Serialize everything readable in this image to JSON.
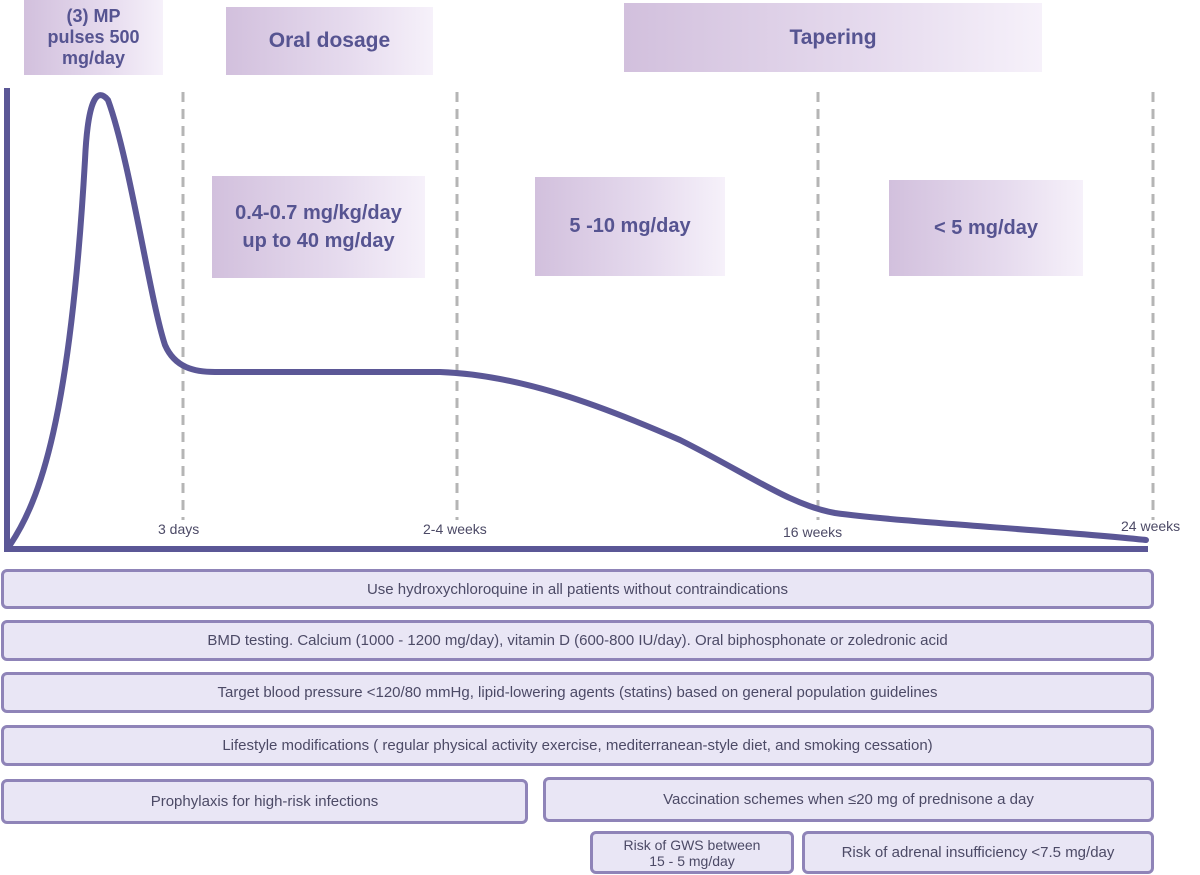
{
  "phases": {
    "pulses": "(3) MP\npulses 500\nmg/day",
    "oral": "Oral dosage",
    "tapering": "Tapering"
  },
  "doses": {
    "oral_dose": "0.4-0.7 mg/kg/day\nup to 40 mg/day",
    "mid_dose": "5 -10 mg/day",
    "low_dose": "< 5 mg/day"
  },
  "time_ticks": [
    "3 days",
    "2-4 weeks",
    "16 weeks",
    "24 weeks"
  ],
  "recommendations": {
    "hydroxychloroquine": "Use hydroxychloroquine in all patients without contraindications",
    "bone_health": "BMD testing. Calcium (1000 - 1200 mg/day),  vitamin D (600-800 IU/day).  Oral biphosphonate or zoledronic acid",
    "cardiovascular": "Target blood pressure <120/80 mmHg,  lipid-lowering agents (statins) based on general population guidelines",
    "lifestyle": "Lifestyle modifications ( regular physical activity exercise, mediterranean-style diet, and smoking cessation)",
    "prophylaxis": "Prophylaxis for high-risk infections",
    "vaccination": "Vaccination schemes when  ≤20 mg of prednisone a day",
    "gws_risk": "Risk of GWS between\n15 - 5 mg/day",
    "adrenal_risk": "Risk of adrenal insufficiency <7.5 mg/day"
  },
  "colors": {
    "curve": "#5b5796",
    "axis": "#5b5796",
    "dashed": "#b5b5b5",
    "phase_text": "#565491",
    "box_border": "#8f84b8",
    "box_fill": "#e9e6f5"
  }
}
